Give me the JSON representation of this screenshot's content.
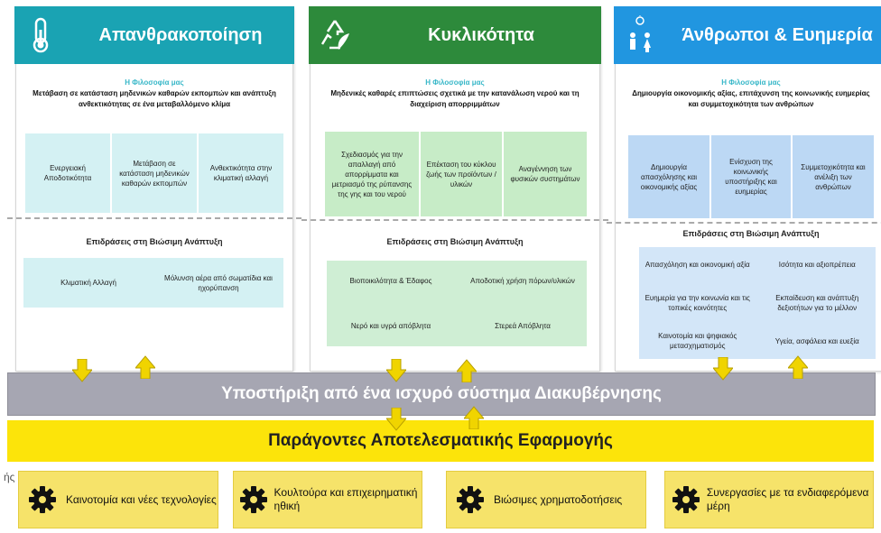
{
  "philosophy_label": "Η Φιλοσοφία μας",
  "impacts_label": "Επιδράσεις στη Βιώσιμη Ανάπτυξη",
  "pillars": [
    {
      "title": "Απανθρακοποίηση",
      "icon": "thermometer-icon",
      "color": "#1aa3b3",
      "philosophy": "Μετάβαση σε κατάσταση μηδενικών καθαρών εκπομπών και ανάπτυξη ανθεκτικότητας σε ένα μεταβαλλόμενο κλίμα",
      "boxes": [
        "Ενεργειακή Αποδοτικότητα",
        "Μετάβαση σε κατάσταση μηδενικών καθαρών εκπομπών",
        "Ανθεκτικότητα στην κλιματική αλλαγή"
      ],
      "impacts": [
        "Κλιματική Αλλαγή",
        "Μόλυνση αέρα από σωματίδια και ηχορύπανση"
      ]
    },
    {
      "title": "Κυκλικότητα",
      "icon": "recycle-icon",
      "color": "#2d8a3b",
      "philosophy": "Μηδενικές καθαρές επιπτώσεις σχετικά με την κατανάλωση νερού και τη διαχείριση απορριμμάτων",
      "boxes": [
        "Σχεδιασμός για την απαλλαγή από απορρίμματα και μετριασμό της ρύπανσης της γης και του νερού",
        "Επέκταση του κύκλου ζωής των προϊόντων / υλικών",
        "Αναγέννηση των φυσικών συστημάτων"
      ],
      "impacts": [
        "Βιοποικιλότητα & Έδαφος",
        "Αποδοτική χρήση πόρων/υλικών",
        "Νερό και υγρά απόβλητα",
        "Στερεά Απόβλητα"
      ]
    },
    {
      "title": "Άνθρωποι & Ευημερία",
      "icon": "people-icon",
      "color": "#2196e0",
      "philosophy": "Δημιουργία οικονομικής αξίας, επιτάχυνση της κοινωνικής ευημερίας και συμμετοχικότητα των ανθρώπων",
      "boxes": [
        "Δημιουργία απασχόλησης και οικονομικής αξίας",
        "Ενίσχυση της κοινωνικής υποστήριξης και ευημερίας",
        "Συμμετοχικότητα και ανέλιξη των ανθρώπων"
      ],
      "impacts": [
        "Απασχόληση και οικονομική αξία",
        "Ισότητα και αξιοπρέπεια",
        "Ευημερία για την κοινωνία και τις τοπικές κοινότητες",
        "Εκπαίδευση και ανάπτυξη δεξιοτήτων για το μέλλον",
        "Καινοτομία και ψηφιακός μετασχηματισμός",
        "Υγεία, ασφάλεια και ευεξία"
      ]
    }
  ],
  "governance": "Υποστήριξη από ένα ισχυρό σύστημα Διακυβέρνησης",
  "factors_title": "Παράγοντες Αποτελεσματικής Εφαρμογής",
  "fragment": "ής",
  "factors": [
    {
      "label": "Καινοτομία και νέες τεχνολογίες",
      "icon": "gear-icon"
    },
    {
      "label": "Κουλτούρα και επιχειρηματική ηθική",
      "icon": "gear-icon"
    },
    {
      "label": "Βιώσιμες χρηματοδοτήσεις",
      "icon": "gear-icon"
    },
    {
      "label": "Συνεργασίες με τα ενδιαφερόμενα μέρη",
      "icon": "gear-icon"
    }
  ]
}
